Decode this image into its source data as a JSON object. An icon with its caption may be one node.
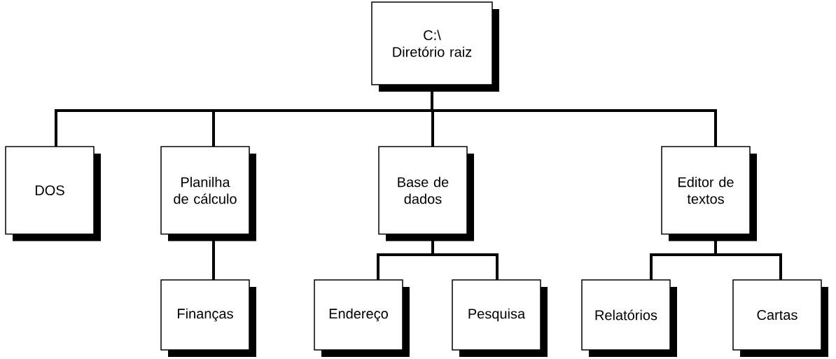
{
  "diagram": {
    "nodes": [
      {
        "text": [
          "C:\\",
          "Diretório raiz"
        ]
      },
      {
        "text": [
          "DOS"
        ]
      },
      {
        "text": [
          "Planilha de cálculo"
        ]
      },
      {
        "text": [
          "Base de dados"
        ]
      },
      {
        "text": [
          "Editor de textos"
        ]
      },
      {
        "text": [
          "Finanças"
        ]
      },
      {
        "text": [
          "Endereço"
        ]
      },
      {
        "text": [
          "Pesquisa"
        ]
      },
      {
        "text": [
          "Relatórios"
        ]
      },
      {
        "text": [
          "Cartas"
        ]
      }
    ],
    "edges": [
      {
        "from": 0,
        "to": 1,
        "arrow": "none"
      },
      {
        "from": 0,
        "to": 2,
        "arrow": "none"
      },
      {
        "from": 0,
        "to": 3,
        "arrow": "none"
      },
      {
        "from": 0,
        "to": 4,
        "arrow": "none"
      },
      {
        "from": 2,
        "to": 5,
        "arrow": "none"
      },
      {
        "from": 3,
        "to": 6,
        "arrow": "none"
      },
      {
        "from": 3,
        "to": 7,
        "arrow": "none"
      },
      {
        "from": 4,
        "to": 8,
        "arrow": "none"
      },
      {
        "from": 4,
        "to": 9,
        "arrow": "none"
      }
    ]
  }
}
